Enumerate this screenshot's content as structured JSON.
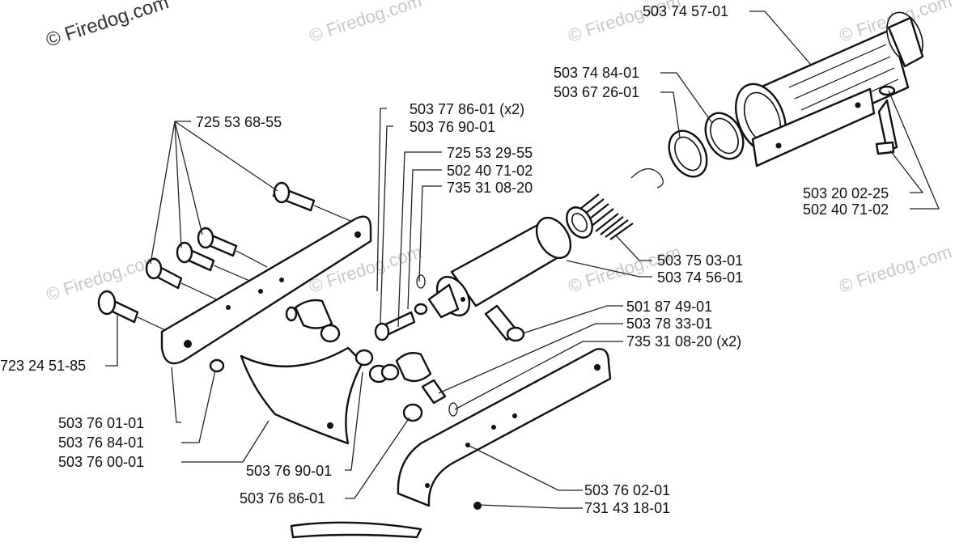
{
  "watermark": "© Firedog.com",
  "callouts": {
    "tube": "503 74 57-01",
    "ring_outer": "503 74 84-01",
    "ring_inner": "503 67 26-01",
    "clamp_top": "503 77 86-01 (x2)",
    "clamp_second": "503 76 90-01",
    "screw_group": "725 53 68-55",
    "screw_a": "725 53 29-55",
    "washer_a": "502 40 71-02",
    "circlip_a": "735 31 08-20",
    "bracket_screw": "503 20 02-25",
    "bracket_washer": "502 40 71-02",
    "spring": "503 75 03-01",
    "cylinder": "503 74 56-01",
    "pin_bolt": "501 87 49-01",
    "link_pin": "503 78 33-01",
    "circlip_b": "735 31 08-20 (x2)",
    "side_bolt": "723 24 51-85",
    "plate_left": "503 76 01-01",
    "nut_small": "503 76 84-01",
    "blade": "503 76 00-01",
    "spacer_low": "503 76 90-01",
    "bushing_low": "503 76 86-01",
    "plate_right": "503 76 02-01",
    "plate_bolt": "731 43 18-01"
  }
}
